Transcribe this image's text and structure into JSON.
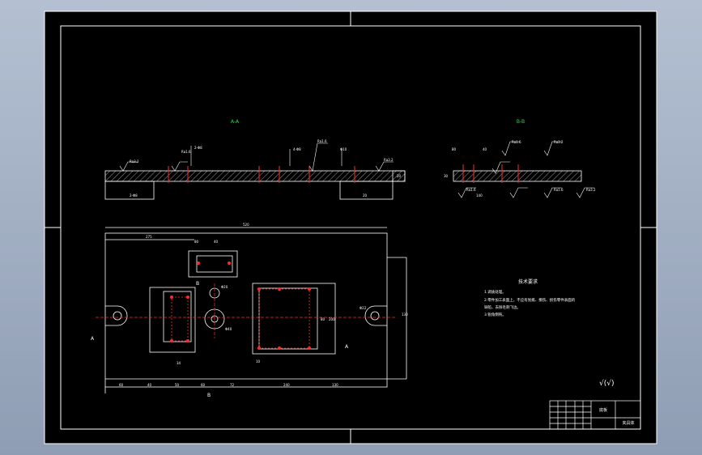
{
  "section_left": {
    "label": "A-A"
  },
  "section_right": {
    "label": "B-B"
  },
  "surface_marks": [
    "Ra3.2",
    "Ra1.6",
    "Ra1.6",
    "Ra3.2",
    "Ra1.6",
    "Ra3.2",
    "Ra1.6",
    "Ra3.2",
    "Ra1.6"
  ],
  "dims_top": [
    "2-Φ8",
    "4-Φ8",
    "Φ10",
    "2-Φ8",
    "20",
    "20",
    "80",
    "40",
    "30",
    "140"
  ],
  "dims_plan": [
    "520",
    "275",
    "80",
    "40",
    "Φ20",
    "Φ40",
    "Φ22",
    "130",
    "80",
    "200",
    "240",
    "60",
    "40",
    "50",
    "60",
    "72",
    "130",
    "34",
    "10"
  ],
  "tech_notes": {
    "title": "技术要求",
    "lines": [
      "1.调质处理。",
      "2.零件加工表面上，不应有划痕、擦伤、损伤零件表面的",
      "缺陷，去除毛刺飞边。",
      "3.锐角倒钝。"
    ]
  },
  "roughness_note": "√(√)",
  "title_block": {
    "name": "底板",
    "code": "夹具体"
  },
  "view_marks": [
    "A",
    "A",
    "B",
    "B"
  ]
}
